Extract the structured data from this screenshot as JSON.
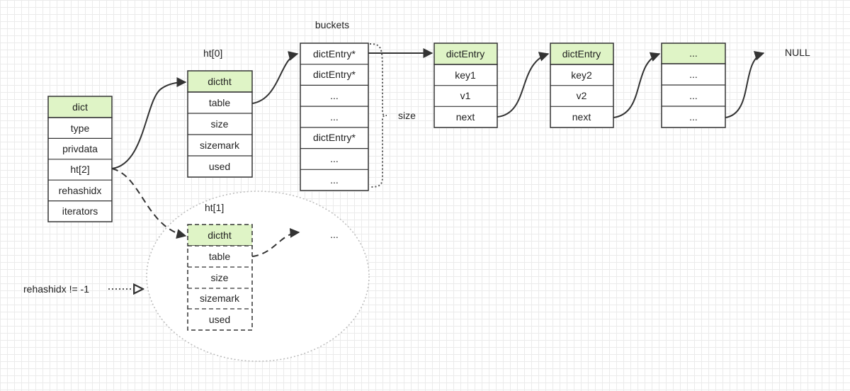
{
  "colors": {
    "header_fill": "#dff4c6",
    "stroke": "#333333",
    "grid": "#ebebeb"
  },
  "dict": {
    "rows": [
      "dict",
      "type",
      "privdata",
      "ht[2]",
      "rehashidx",
      "iterators"
    ]
  },
  "ht0": {
    "label": "ht[0]",
    "rows": [
      "dictht",
      "table",
      "size",
      "sizemark",
      "used"
    ]
  },
  "ht1": {
    "label": "ht[1]",
    "rows": [
      "dictht",
      "table",
      "size",
      "sizemark",
      "used"
    ],
    "target": "..."
  },
  "buckets": {
    "label": "buckets",
    "rows": [
      "dictEntry*",
      "dictEntry*",
      "...",
      "...",
      "dictEntry*",
      "...",
      "..."
    ],
    "size_label": "size"
  },
  "entry1": {
    "rows": [
      "dictEntry",
      "key1",
      "v1",
      "next"
    ]
  },
  "entry2": {
    "rows": [
      "dictEntry",
      "key2",
      "v2",
      "next"
    ]
  },
  "entry3": {
    "rows": [
      "...",
      "...",
      "...",
      "..."
    ]
  },
  "null_label": "NULL",
  "rehash_note": "rehashidx != -1"
}
